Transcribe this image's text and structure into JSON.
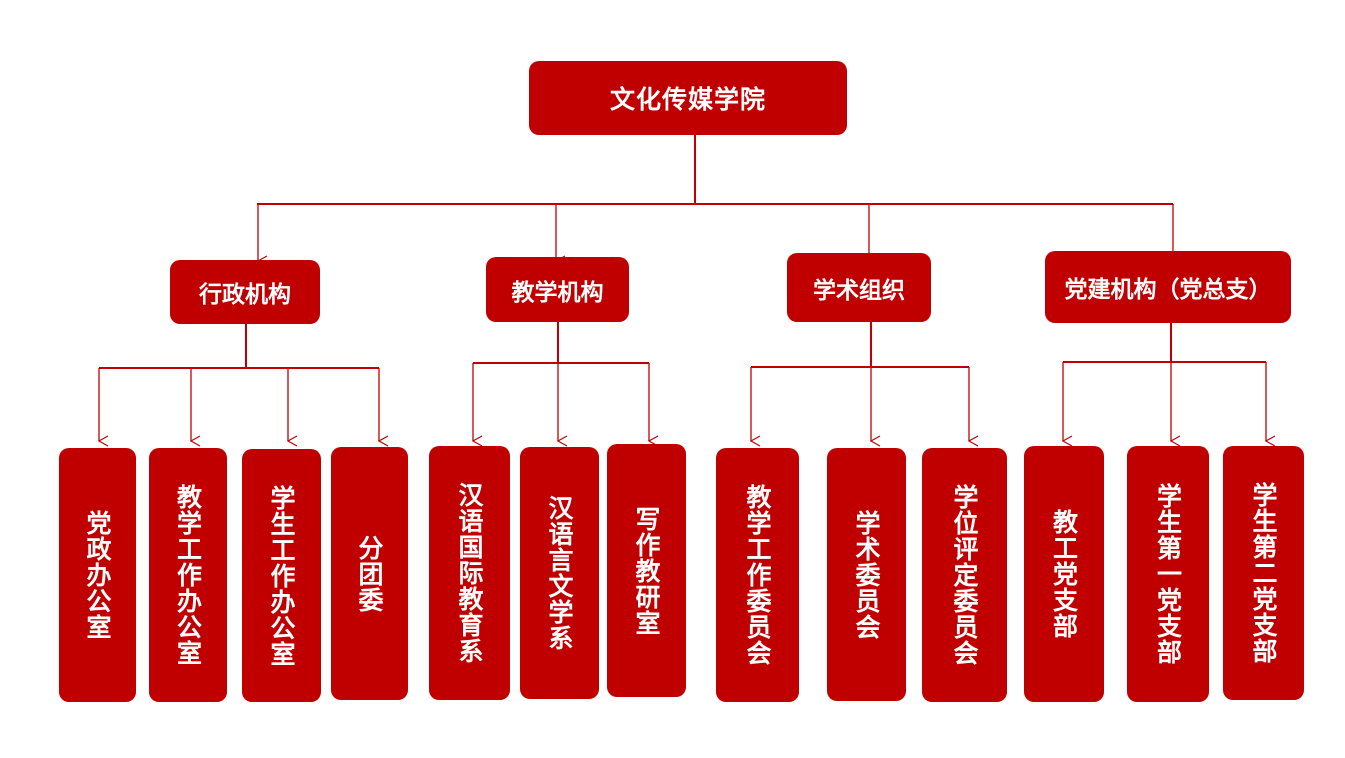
{
  "colors": {
    "box": "#c00000",
    "line": "#c00000",
    "text": "#ffffff"
  },
  "root": {
    "label": "文化传媒学院"
  },
  "categories": [
    {
      "label": "行政机构",
      "children": [
        "党政办公室",
        "教学工作办公室",
        "学生工作办公室",
        "分团委"
      ]
    },
    {
      "label": "教学机构",
      "children": [
        "汉语国际教育系",
        "汉语言文学系",
        "写作教研室"
      ]
    },
    {
      "label": "学术组织",
      "children": [
        "教学工作委员会",
        "学术委员会",
        "学位评定委员会"
      ]
    },
    {
      "label": "党建机构（党总支）",
      "children": [
        "教工党支部",
        "学生第一党支部",
        "学生第二党支部"
      ]
    }
  ]
}
